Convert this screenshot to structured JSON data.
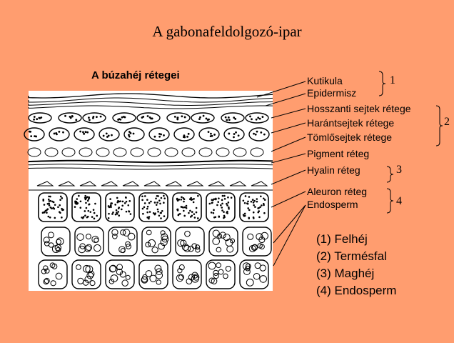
{
  "title": "A gabonafeldolgozó-ipar",
  "subtitle": "A búzahéj rétegei",
  "labels": [
    "Kutikula",
    "Epidermisz",
    "Hosszanti sejtek rétege",
    "Harántsejtek rétege",
    "Tömlősejtek rétege",
    "Pigment réteg",
    "Hyalin réteg",
    "Aleuron réteg",
    "Endosperm"
  ],
  "groups": [
    "1",
    "2",
    "3",
    "4"
  ],
  "legend": [
    "(1) Felhéj",
    "(2) Termésfal",
    "(3) Maghéj",
    "(4) Endosperm"
  ],
  "colors": {
    "background": "#FF9D6F",
    "drawing": "#ffffff",
    "ink": "#000000"
  }
}
